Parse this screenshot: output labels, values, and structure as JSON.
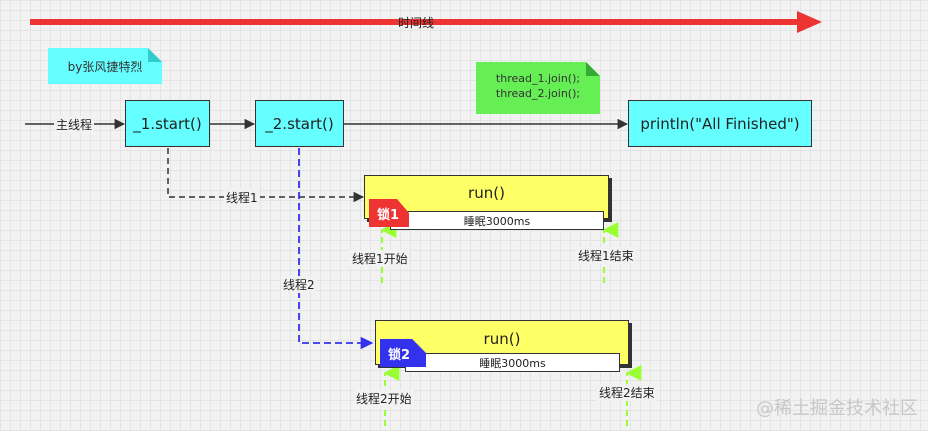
{
  "timeline": {
    "label": "时间线",
    "color": "#ee3333"
  },
  "author_note": "by张风捷特烈",
  "main_thread_label": "主线程",
  "join_note": {
    "line1": "thread_1.join();",
    "line2": "thread_2.join();"
  },
  "boxes": {
    "start1": "_1.start()",
    "start2": "_2.start()",
    "finished": "println(\"All Finished\")"
  },
  "thread1": {
    "label": "线程1",
    "run_label": "run()",
    "lock_label": "锁1",
    "lock_color": "#ee3333",
    "sleep_label": "睡眠3000ms",
    "start_label": "线程1开始",
    "end_label": "线程1结束"
  },
  "thread2": {
    "label": "线程2",
    "run_label": "run()",
    "lock_label": "锁2",
    "lock_color": "#3333ee",
    "sleep_label": "睡眠3000ms",
    "start_label": "线程2开始",
    "end_label": "线程2结束"
  },
  "watermark": "@稀土掘金技术社区",
  "colors": {
    "box_cyan": "#66ffff",
    "run_yellow": "#ffff66",
    "marker_green": "#99ff33",
    "note_green": "#66ee55"
  }
}
